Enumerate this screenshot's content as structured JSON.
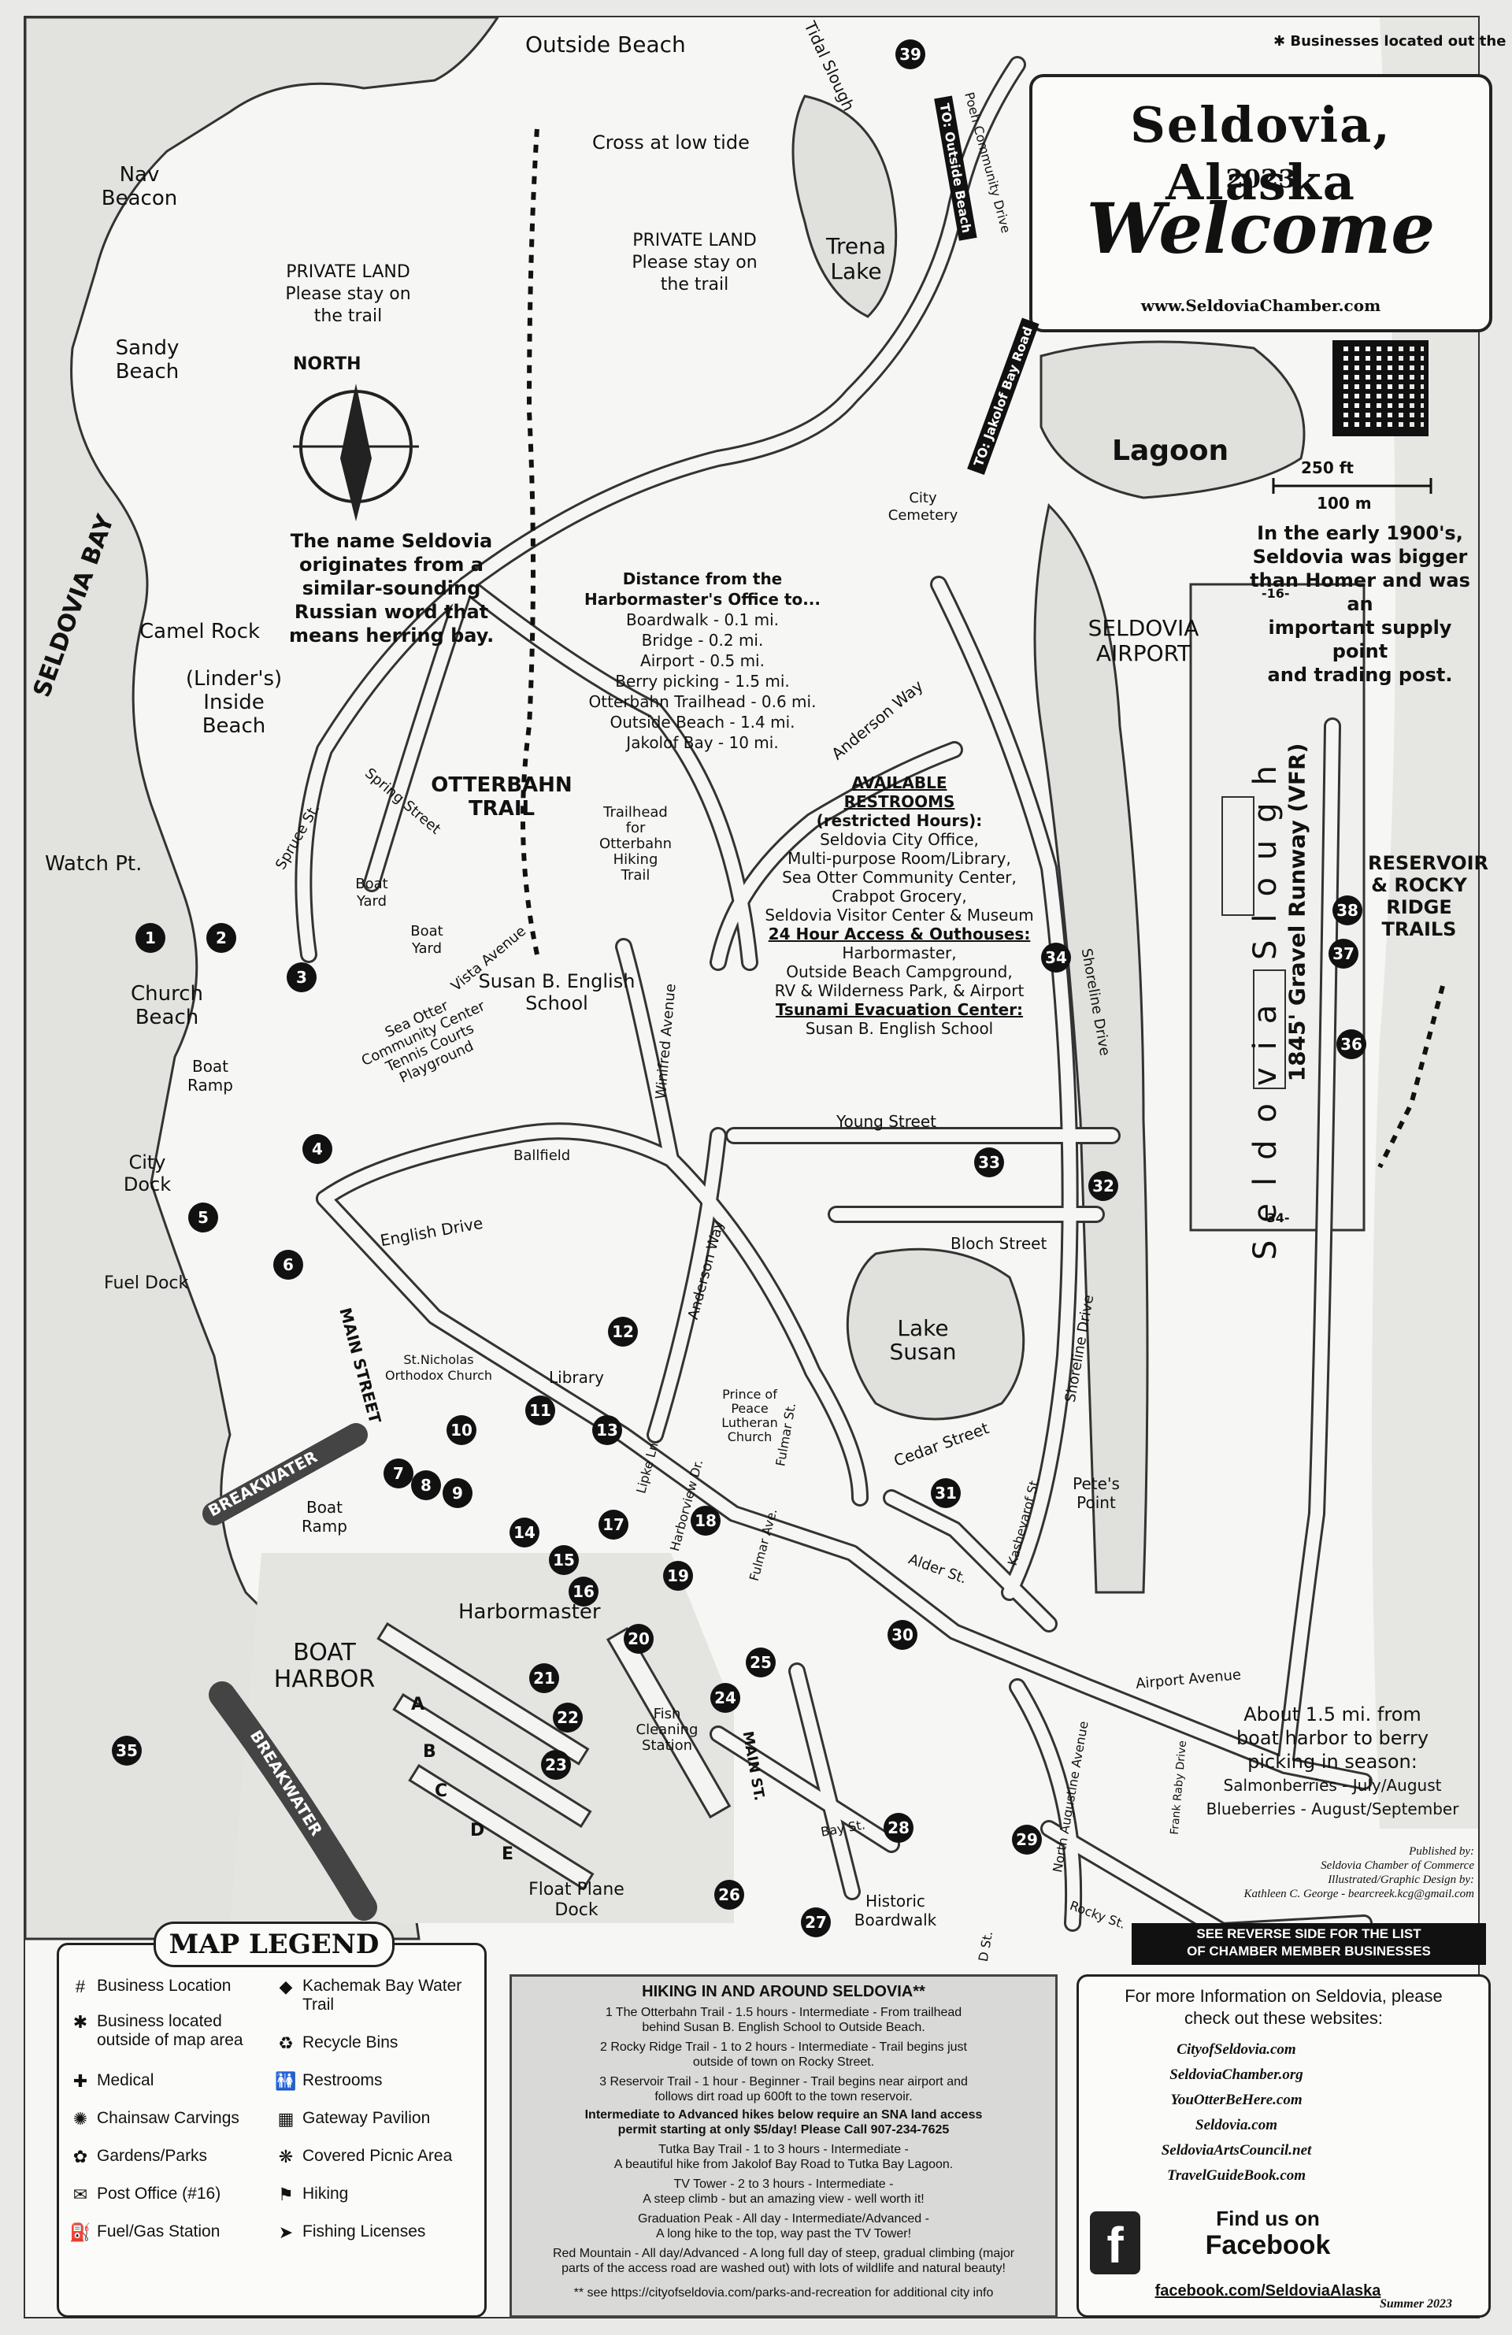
{
  "title": {
    "name": "Seldovia, Alaska",
    "year": "2023",
    "welcome": "Welcome",
    "website": "www.SeldoviaChamber.com"
  },
  "notes": {
    "businesses_out_road": "Businesses located out the road",
    "scale_ft": "250 ft",
    "scale_m": "100 m",
    "history": [
      "In the early 1900's,",
      "Seldovia was bigger",
      "than Homer and was an",
      "important supply point",
      "and trading post."
    ],
    "name_origin": [
      "The name Seldovia",
      "originates from a",
      "similar-sounding",
      "Russian word that",
      "means herring bay."
    ],
    "north": "NORTH",
    "berry": [
      "About 1.5 mi. from",
      "boat harbor to berry",
      "picking in season:",
      "Salmonberries - July/August",
      "Blueberries - August/September"
    ],
    "publisher": [
      "Published by:",
      "Seldovia Chamber of Commerce",
      "Illustrated/Graphic Design by:",
      "Kathleen C. George - bearcreek.kcg@gmail.com"
    ],
    "reverse_side": [
      "SEE REVERSE SIDE FOR THE LIST",
      "OF CHAMBER MEMBER BUSINESSES"
    ],
    "season": "Summer 2023"
  },
  "distances": {
    "heading": [
      "Distance from the",
      "Harbormaster's Office to..."
    ],
    "items": [
      "Boardwalk - 0.1 mi.",
      "Bridge - 0.2 mi.",
      "Airport - 0.5 mi.",
      "Berry picking - 1.5 mi.",
      "Otterbahn Trailhead - 0.6 mi.",
      "Outside Beach - 1.4 mi.",
      "Jakolof Bay - 10 mi."
    ]
  },
  "restrooms": {
    "heading": [
      "AVAILABLE",
      "RESTROOMS"
    ],
    "restricted_heading": "(restricted Hours):",
    "restricted": [
      "Seldovia City Office,",
      "Multi-purpose Room/Library,",
      "Sea Otter Community Center,",
      "Crabpot Grocery,",
      "Seldovia Visitor Center & Museum"
    ],
    "access_heading": "24 Hour Access & Outhouses:",
    "access": [
      "Harbormaster,",
      "Outside Beach Campground,",
      "RV & Wilderness Park, & Airport"
    ],
    "tsunami_heading": "Tsunami Evacuation Center:",
    "tsunami": "Susan B. English School"
  },
  "places": {
    "outside_beach": "Outside Beach",
    "cross_low_tide": "Cross at low tide",
    "tidal_slough": "Tidal Slough",
    "private_land_1": [
      "PRIVATE LAND",
      "Please stay on",
      "the trail"
    ],
    "private_land_2": [
      "PRIVATE LAND",
      "Please stay on",
      "the trail"
    ],
    "trena_lake": [
      "Trena",
      "Lake"
    ],
    "nav_beacon": [
      "Nav",
      "Beacon"
    ],
    "sandy_beach": [
      "Sandy",
      "Beach"
    ],
    "seldovia_bay": "SELDOVIA BAY",
    "camel_rock": "Camel Rock",
    "linders": [
      "(Linder's)",
      "Inside",
      "Beach"
    ],
    "watch_pt": "Watch Pt.",
    "church_beach": [
      "Church",
      "Beach"
    ],
    "boat_ramp_1": [
      "Boat",
      "Ramp"
    ],
    "city_dock": [
      "City",
      "Dock"
    ],
    "fuel_dock": "Fuel Dock",
    "boat_harbor": [
      "BOAT",
      "HARBOR"
    ],
    "breakwater_1": "BREAKWATER",
    "breakwater_2": "BREAKWATER",
    "boat_ramp_2": [
      "Boat",
      "Ramp"
    ],
    "harbormaster": "Harbormaster",
    "fish_cleaning": [
      "Fish",
      "Cleaning",
      "Station"
    ],
    "float_plane": [
      "Float Plane",
      "Dock"
    ],
    "historic_boardwalk": [
      "Historic",
      "Boardwalk"
    ],
    "lagoon": "Lagoon",
    "city_cemetery": [
      "City",
      "Cemetery"
    ],
    "seldovia_airport": [
      "SELDOVIA",
      "AIRPORT"
    ],
    "runway": "1845' Gravel Runway (VFR)",
    "runway_16": "-16-",
    "runway_34": "-34-",
    "seldovia_slough": "Seldovia Slough",
    "reservoir": [
      "RESERVOIR",
      "& ROCKY",
      "RIDGE",
      "TRAILS"
    ],
    "otterbahn_trail": [
      "OTTERBAHN",
      "TRAIL"
    ],
    "trailhead": [
      "Trailhead",
      "for",
      "Otterbahn",
      "Hiking",
      "Trail"
    ],
    "school": [
      "Susan B. English",
      "School"
    ],
    "boat_yard_1": [
      "Boat",
      "Yard"
    ],
    "boat_yard_2": [
      "Boat",
      "Yard"
    ],
    "community_center": [
      "Sea Otter",
      "Community Center",
      "Tennis Courts",
      "Playground"
    ],
    "ballfield": "Ballfield",
    "lake_susan": [
      "Lake",
      "Susan"
    ],
    "library": "Library",
    "st_nicholas": [
      "St.Nicholas",
      "Orthodox Church"
    ],
    "prince_of_peace": [
      "Prince of",
      "Peace",
      "Lutheran",
      "Church"
    ],
    "petes_point": [
      "Pete's",
      "Point"
    ],
    "to_outside_beach": "TO: Outside Beach",
    "to_jakolof_bay": "TO: Jakolof Bay Road"
  },
  "streets": [
    "Spring Street",
    "Spruce St.",
    "Vista Avenue",
    "Winifred Avenue",
    "Anderson Way",
    "Anderson Way",
    "Young Street",
    "Bloch Street",
    "English Drive",
    "MAIN STREET",
    "Shoreline Drive",
    "Shoreline Drive",
    "Cedar Street",
    "Lipke Ln.",
    "Harborview Dr.",
    "Fulmar St.",
    "Fulmar Ave.",
    "Alder St.",
    "Kashevarof St.",
    "Airport Avenue",
    "MAIN ST.",
    "Bay St.",
    "North Augustine Avenue",
    "Frank Raby Drive",
    "Rocky St.",
    "D St.",
    "Poeh Community Drive"
  ],
  "markers": [
    "1",
    "2",
    "3",
    "4",
    "5",
    "6",
    "7",
    "8",
    "9",
    "10",
    "11",
    "12",
    "13",
    "14",
    "15",
    "16",
    "17",
    "18",
    "19",
    "20",
    "21",
    "22",
    "23",
    "24",
    "25",
    "26",
    "27",
    "28",
    "29",
    "30",
    "31",
    "32",
    "33",
    "34",
    "35",
    "36",
    "37",
    "38",
    "39"
  ],
  "docks": [
    "A",
    "B",
    "C",
    "D",
    "E"
  ],
  "legend": {
    "title": "MAP LEGEND",
    "items": [
      {
        "icon": "hash-icon",
        "glyph": "#",
        "label": "Business Location"
      },
      {
        "icon": "asterisk-icon",
        "glyph": "✱",
        "label": "Business located outside of map area"
      },
      {
        "icon": "medical-icon",
        "glyph": "✚",
        "label": "Medical"
      },
      {
        "icon": "chainsaw-carving-icon",
        "glyph": "✺",
        "label": "Chainsaw Carvings"
      },
      {
        "icon": "garden-icon",
        "glyph": "✿",
        "label": "Gardens/Parks"
      },
      {
        "icon": "post-office-icon",
        "glyph": "✉",
        "label": "Post Office (#16)"
      },
      {
        "icon": "fuel-icon",
        "glyph": "⛽",
        "label": "Fuel/Gas Station"
      },
      {
        "icon": "kachemak-bay-trail-icon",
        "glyph": "◆",
        "label": "Kachemak Bay Water Trail"
      },
      {
        "icon": "recycle-icon",
        "glyph": "♻",
        "label": "Recycle Bins"
      },
      {
        "icon": "restroom-icon",
        "glyph": "🚻",
        "label": "Restrooms"
      },
      {
        "icon": "gateway-pavilion-icon",
        "glyph": "▦",
        "label": "Gateway Pavilion"
      },
      {
        "icon": "picnic-area-icon",
        "glyph": "❋",
        "label": "Covered Picnic Area"
      },
      {
        "icon": "hiking-icon",
        "glyph": "⚑",
        "label": "Hiking"
      },
      {
        "icon": "fishing-license-icon",
        "glyph": "➤",
        "label": "Fishing Licenses"
      }
    ]
  },
  "hiking": {
    "heading": "HIKING IN AND AROUND SELDOVIA**",
    "lines": [
      "1  The Otterbahn Trail - 1.5 hours - Intermediate - From trailhead",
      "behind Susan B. English School to Outside Beach.",
      "2  Rocky Ridge Trail - 1 to 2 hours - Intermediate - Trail begins just",
      "outside of town on Rocky Street.",
      "3  Reservoir Trail - 1 hour - Beginner - Trail begins near airport and",
      "follows dirt road up 600ft to the town reservoir.",
      "Intermediate to Advanced hikes below require an SNA land access",
      "permit starting at only $5/day! Please Call 907-234-7625",
      "Tutka Bay Trail - 1 to 3 hours - Intermediate -",
      "A beautiful hike from Jakolof Bay Road to Tutka Bay Lagoon.",
      "TV Tower - 2 to 3 hours - Intermediate -",
      "A steep climb - but an amazing view - well worth it!",
      "Graduation Peak - All day - Intermediate/Advanced -",
      "A long hike to the top, way past the TV Tower!",
      "Red Mountain - All day/Advanced - A long full day of steep, gradual climbing (major",
      "parts of the access road are washed out) with lots of wildlife and natural beauty!",
      "** see https://cityofseldovia.com/parks-and-recreation for additional city info"
    ]
  },
  "info": {
    "heading": [
      "For more Information on Seldovia, please",
      "check out these websites:"
    ],
    "sites": [
      "CityofSeldovia.com",
      "SeldoviaChamber.org",
      "YouOtterBeHere.com",
      "Seldovia.com",
      "SeldoviaArtsCouncil.net",
      "TravelGuideBook.com"
    ],
    "find_us": [
      "Find us on",
      "Facebook"
    ],
    "facebook_url": "facebook.com/SeldoviaAlaska"
  }
}
